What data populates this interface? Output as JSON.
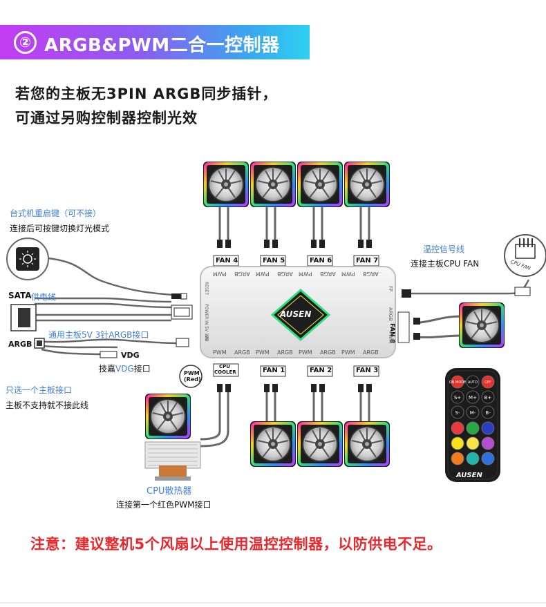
{
  "banner": {
    "number": "②",
    "title": "ARGB&PWM二合一控制器"
  },
  "intro": {
    "line1": "若您的主板无3PIN  ARGB同步插针，",
    "line2": "可通过另购控制器控制光效"
  },
  "labels": {
    "desktop_button": "台式机重启键（可不接）",
    "desktop_button_desc": "连接后可按键切换灯光模式",
    "sata_prefix": "SATA",
    "sata_suffix": "供电线",
    "argb_header": "通用主板5V 3针ARGB接口",
    "argb": "ARGB",
    "vdg": "VDG",
    "vdg_desc_pre": "技嘉",
    "vdg_desc_mid": "VDG",
    "vdg_desc_post": "接口",
    "single_mb": "只选一个主板接口",
    "single_mb_desc": "主板不支持就不接此线",
    "temp_wire": "温控信号线",
    "temp_wire_desc": "连接主板CPU FAN",
    "cpu_fan_tag": "CPU FAN",
    "pwm_red_line1": "PWM",
    "pwm_red_line2": "(Red)",
    "cpu_cooler": "CPU散热器",
    "cpu_cooler_desc": "连接第一个红色PWM接口"
  },
  "controller": {
    "brand": "AUSEN",
    "fan_top": [
      "FAN 4",
      "FAN 5",
      "FAN 6",
      "FAN 7"
    ],
    "fan_bottom": [
      "FAN 1",
      "FAN 2",
      "FAN 3"
    ],
    "fan_right": "FAN 8",
    "cpu_cooler_line1": "CPU",
    "cpu_cooler_line2": "COOLER",
    "port_top_labels": [
      "PWM",
      "ARGB",
      "PWM",
      "ARGB",
      "PWM",
      "ARGB",
      "PWM",
      "ARGB"
    ],
    "port_bottom_labels": [
      "PWM",
      "ARGB",
      "PWM",
      "ARGB",
      "PWM",
      "ARGB",
      "PWM",
      "ARGB"
    ],
    "left_labels": [
      "RESET",
      "POWER IN 5V 12V",
      "MB"
    ],
    "right_labels": [
      "FP",
      "ARGB",
      "PWM"
    ]
  },
  "remote": {
    "brand": "AUSEN",
    "top_buttons": [
      "ON MODE",
      "AUTO",
      "OFF"
    ],
    "button_colors": [
      [
        "#e5322b",
        "#1a1a1a",
        "#e5322b"
      ],
      [
        "#1a1a1a",
        "#1a1a1a",
        "#1a1a1a"
      ],
      [
        "#1a1a1a",
        "#1a1a1a",
        "#1a1a1a"
      ],
      [
        "#e83a3a",
        "#28a745",
        "#2a3fbf"
      ],
      [
        "#f6e21a",
        "#f7e24a",
        "#b34fd0"
      ],
      [
        "#f07c1d",
        "#22b5a9",
        "#2f6fe0"
      ]
    ],
    "small_labels": [
      "S+",
      "M+",
      "B+",
      "S-",
      "M-",
      "B-"
    ]
  },
  "note": "注意：建议整机5个风扇以上使用温控控制器，以防供电不足。",
  "colors": {
    "accent_blue": "#3f7fd9",
    "warning_red": "#e8272c",
    "banner_start": "#c33cf2",
    "banner_end": "#2fd0f0"
  }
}
